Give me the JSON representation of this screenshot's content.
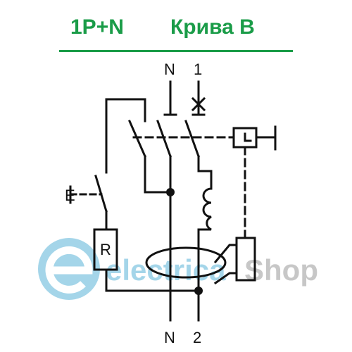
{
  "header": {
    "left": "1P+N",
    "right": "Крива   B"
  },
  "terminals": {
    "top_n": "N",
    "top_1": "1",
    "bottom_n": "N",
    "bottom_2": "2"
  },
  "components": {
    "resistor": "R",
    "test_button": "E"
  },
  "watermark": {
    "part1": "electrica",
    "part2": "Shop"
  },
  "colors": {
    "accent": "#1a9c48",
    "line": "#111111",
    "watermark_blue": "#5ab4d8",
    "watermark_grey": "#9a9a9a"
  }
}
